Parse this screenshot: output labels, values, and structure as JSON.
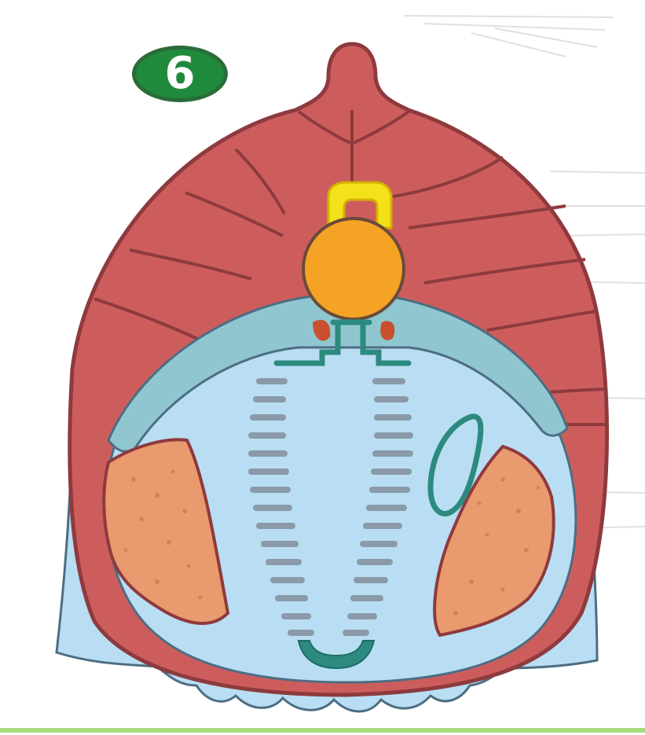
{
  "badge": {
    "label": "6",
    "color": "#1f8a3c"
  },
  "colors": {
    "muscle": "#cd5d5d",
    "muscle_outline": "#8e3a3e",
    "cavity": "#b9def3",
    "cavity_outline": "#4c6e82",
    "membrane": "#8fc6cf",
    "spine_yellow": "#f3e21a",
    "nucleus_orange": "#f4a325",
    "tissue_orange": "#e99a6e",
    "teal": "#2c8a7f",
    "ground": "#a7da7a"
  },
  "structures": [
    "muscle-wall",
    "cavity",
    "yellow-arch",
    "orange-nucleus",
    "membrane-band",
    "gill-column-left",
    "gill-column-right",
    "tissue-mass-left",
    "tissue-mass-right",
    "teal-loop",
    "u-shaped-segment"
  ]
}
